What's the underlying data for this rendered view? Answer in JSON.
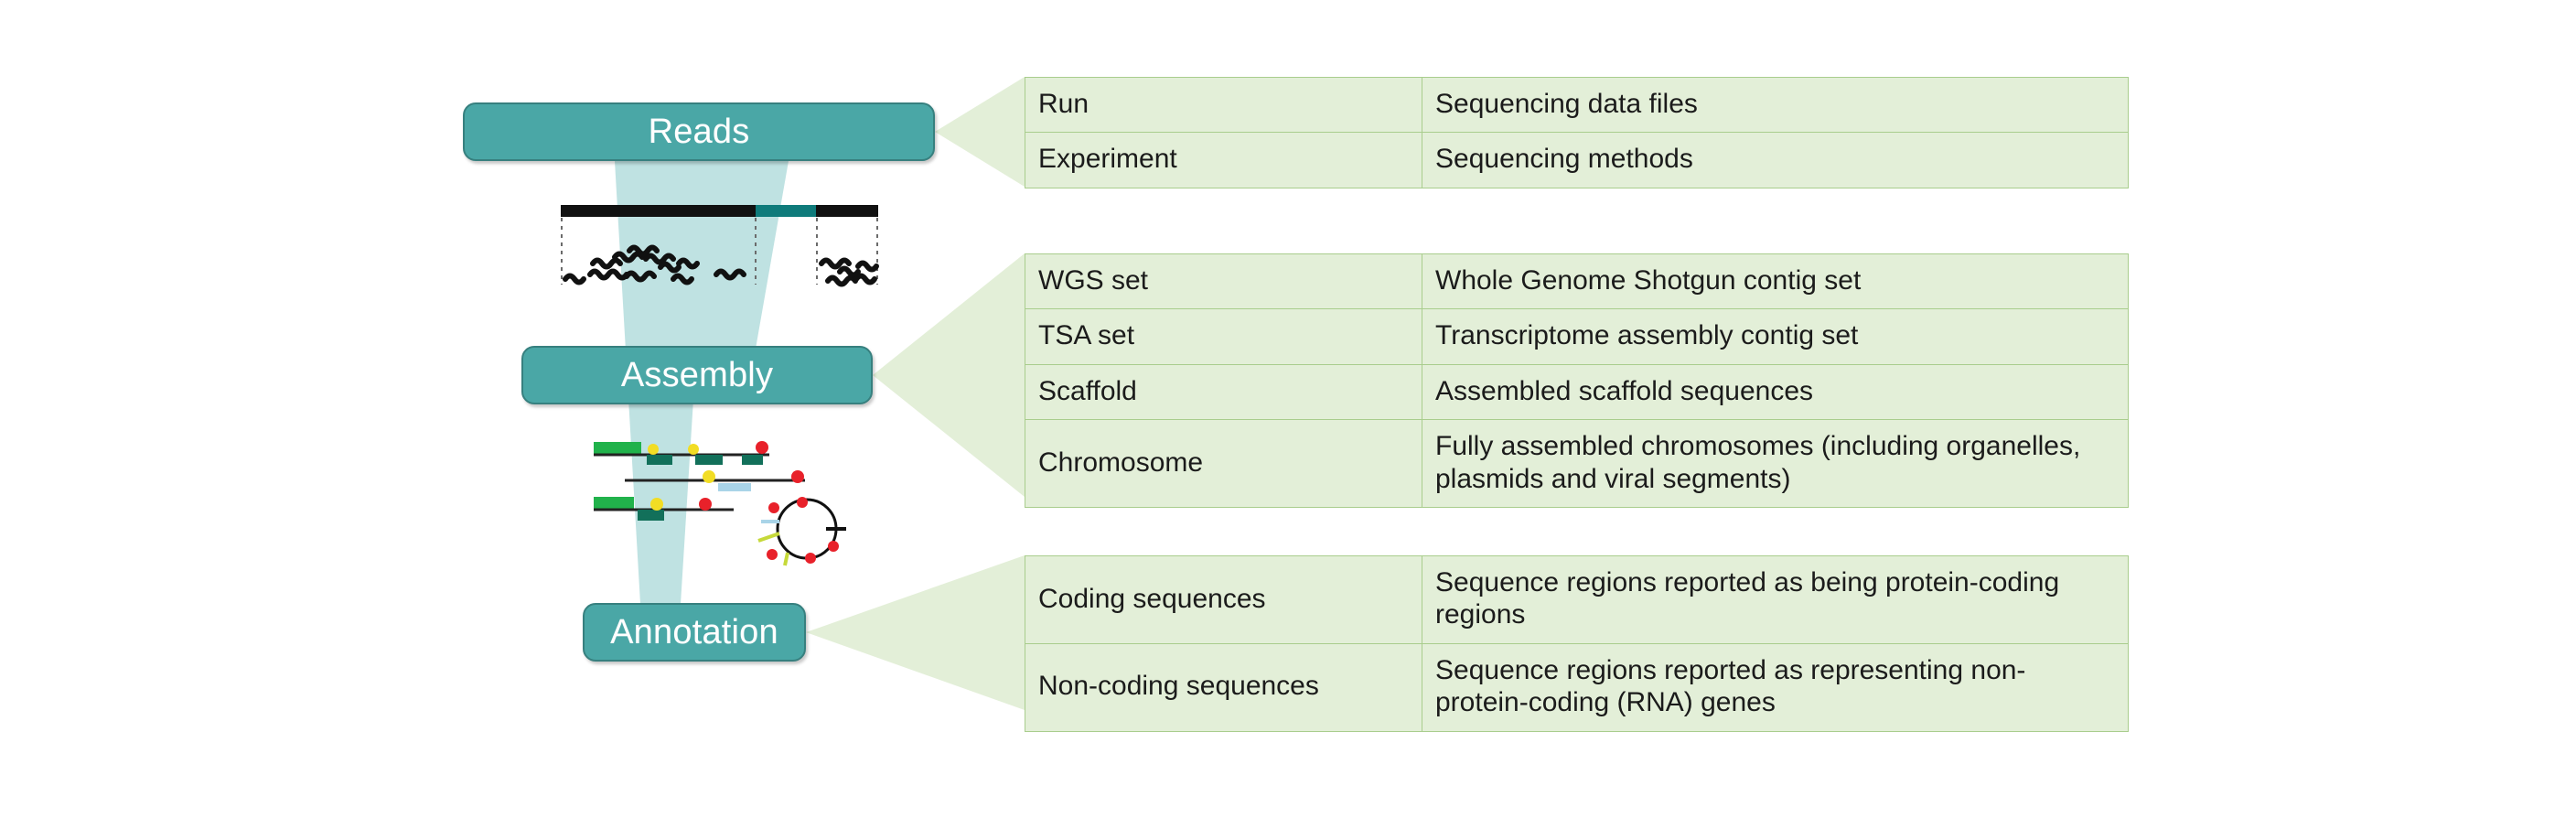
{
  "diagram": {
    "title": "Sequencing data hierarchy funnel",
    "colors": {
      "stage_fill": "#4AA7A6",
      "stage_border": "#37807F",
      "stage_text": "#FFFFFF",
      "funnel_fill": "#BFE2E2",
      "table_fill": "#E3EFD8",
      "table_border": "#A9CD8D",
      "callout_fill": "#E3EFD8",
      "reference_bar": "#111111",
      "reference_gap": "#0F7B7B",
      "gene_green": "#21B24B",
      "cds_dark_green": "#12705A",
      "marker_yellow": "#F2DD24",
      "marker_red": "#E8212A",
      "plasmid_outline": "#111111",
      "page_background": "#FFFFFF"
    }
  },
  "stages": [
    {
      "id": "reads",
      "label": "Reads"
    },
    {
      "id": "assembly",
      "label": "Assembly"
    },
    {
      "id": "annotation",
      "label": "Annotation"
    }
  ],
  "tables": {
    "reads": {
      "rows": [
        {
          "term": "Run",
          "description": "Sequencing data files"
        },
        {
          "term": "Experiment",
          "description": "Sequencing methods"
        }
      ]
    },
    "assembly": {
      "rows": [
        {
          "term": "WGS set",
          "description": "Whole Genome Shotgun contig set"
        },
        {
          "term": "TSA set",
          "description": "Transcriptome assembly contig set"
        },
        {
          "term": "Scaffold",
          "description": "Assembled scaffold sequences"
        },
        {
          "term": "Chromosome",
          "description": "Fully assembled chromosomes (including organelles, plasmids and viral segments)"
        }
      ]
    },
    "annotation": {
      "rows": [
        {
          "term": "Coding sequences",
          "description": "Sequence regions reported as being protein-coding regions"
        },
        {
          "term": "Non-coding sequences",
          "description": "Sequence regions reported as representing non-protein-coding (RNA) genes"
        }
      ]
    }
  },
  "illustrations": {
    "reads_panel": {
      "name": "reference-bar-with-reads",
      "reference_bar_segments": [
        "black",
        "teal-gap",
        "black"
      ],
      "read_count": 16
    },
    "assembly_panel": {
      "name": "contigs-with-features",
      "contig_rows": 3,
      "circular_element": "plasmid"
    }
  }
}
